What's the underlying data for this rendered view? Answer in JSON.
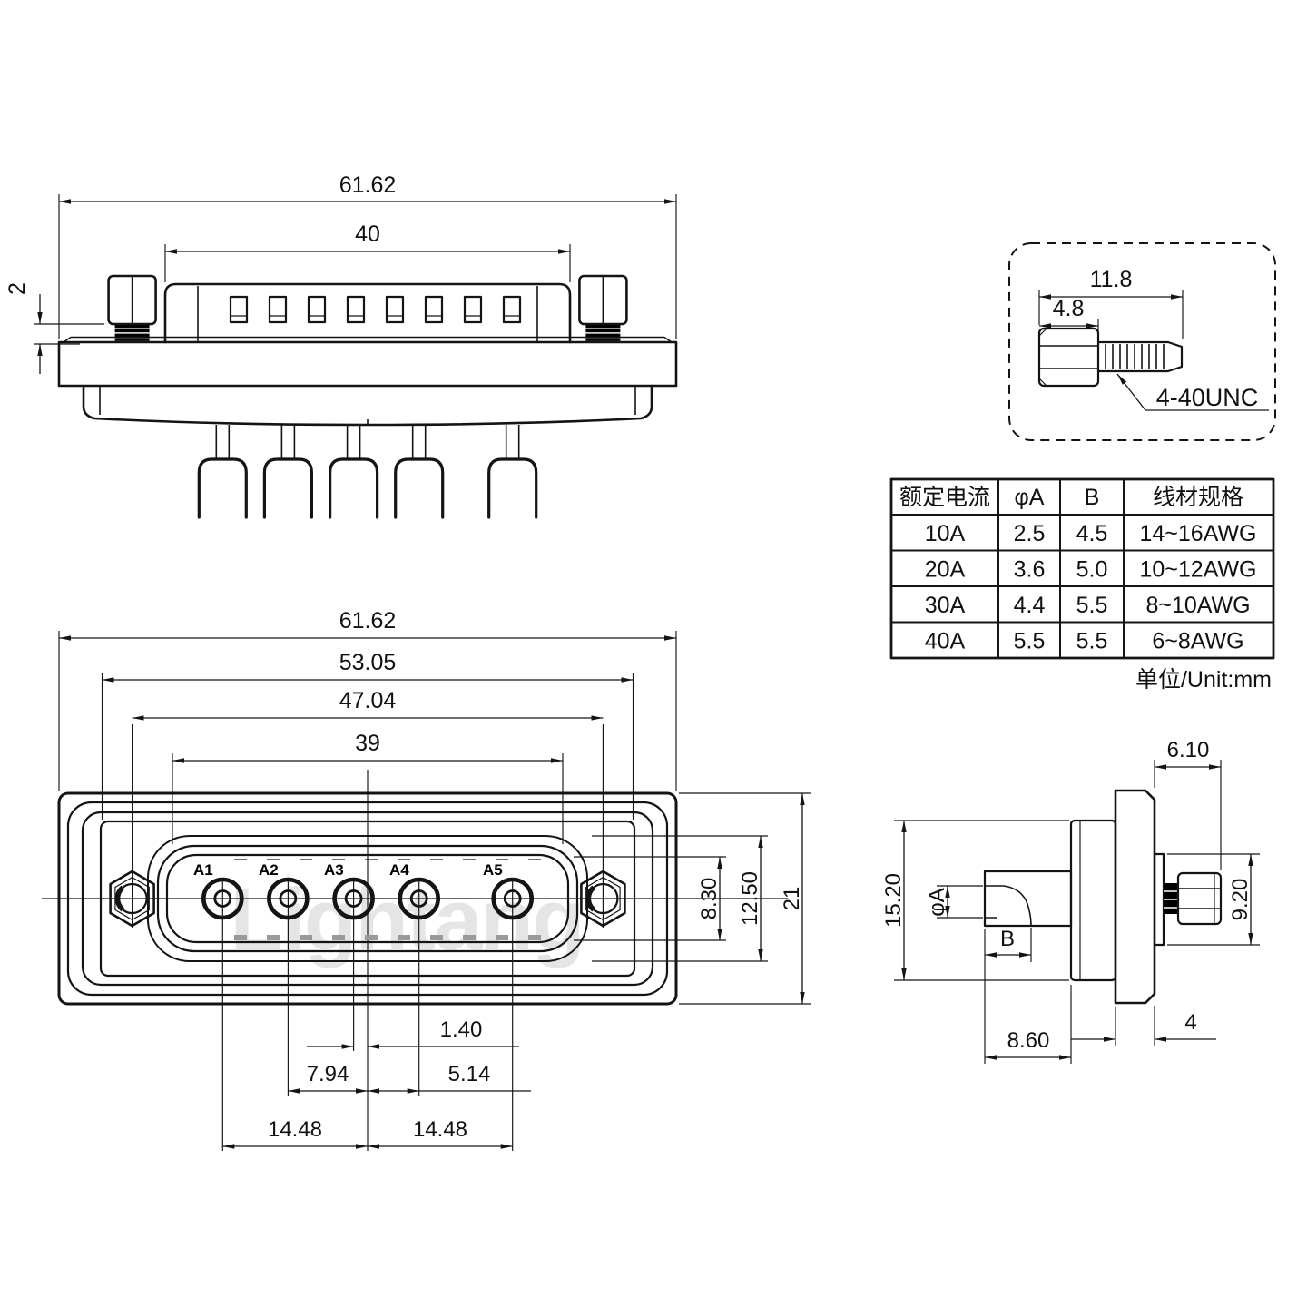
{
  "watermark": "Lightang",
  "top_view": {
    "dim_total_width": "61.62",
    "dim_shell_width": "40",
    "dim_standoff": "2"
  },
  "screw_detail": {
    "dim_total_length": "11.8",
    "dim_head_length": "4.8",
    "thread_label": "4-40UNC"
  },
  "spec_table": {
    "headers": [
      "额定电流",
      "φA",
      "B",
      "线材规格"
    ],
    "rows": [
      [
        "10A",
        "2.5",
        "4.5",
        "14~16AWG"
      ],
      [
        "20A",
        "3.6",
        "5.0",
        "10~12AWG"
      ],
      [
        "30A",
        "4.4",
        "5.5",
        "8~10AWG"
      ],
      [
        "40A",
        "5.5",
        "5.5",
        "6~8AWG"
      ]
    ],
    "unit_note": "单位/Unit:mm"
  },
  "front_view": {
    "dim_total_width": "61.62",
    "dim_panel_width": "53.05",
    "dim_screw_spacing": "47.04",
    "dim_shell_width": "39",
    "pin_labels": [
      "A1",
      "A2",
      "A3",
      "A4",
      "A5"
    ],
    "dim_opening_height": "8.30",
    "dim_boss_height": "12.50",
    "dim_total_height": "21",
    "dim_a3_offset": "1.40",
    "dim_a2_offset": "7.94",
    "dim_a4_offset": "5.14",
    "dim_a1_offset": "14.48",
    "dim_a5_offset": "14.48"
  },
  "side_view": {
    "dim_nut_length": "6.10",
    "dim_body_height": "15.20",
    "dim_wire_diameter": "φA",
    "dim_wire_depth": "B",
    "dim_boss_height": "9.20",
    "dim_barrel_length": "8.60",
    "dim_flange_thickness": "4"
  }
}
